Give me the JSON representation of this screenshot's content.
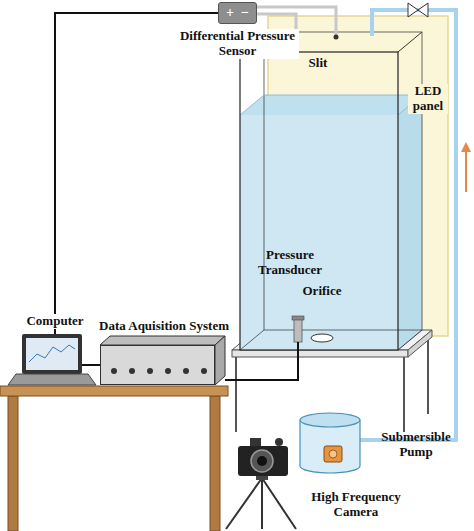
{
  "diagram": {
    "nodes": [
      {
        "text": [
          "+",
          "−",
          "Differential Pressure Sensor"
        ]
      },
      {
        "text": [
          "Data Aquisition System"
        ]
      }
    ],
    "edges": [
      {
        "from": 0,
        "to": 1,
        "arrow": "none"
      }
    ],
    "labels": [
      "Slit",
      "LED panel",
      "Orifice",
      "Pressure Transducer",
      "Computer",
      "Submersible Pump",
      "High Frequency Camera"
    ]
  }
}
